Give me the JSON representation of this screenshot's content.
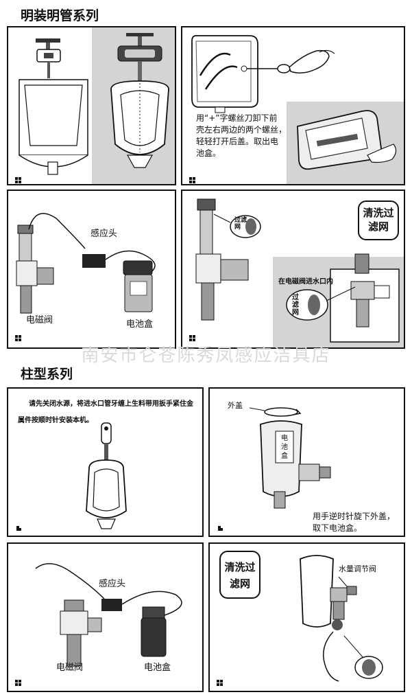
{
  "headings": {
    "section1": "明装明管系列",
    "section2": "柱型系列"
  },
  "panel_b": {
    "line1": "用“+”字螺丝刀卸下前",
    "line2": "壳左右两边的两个螺丝，",
    "line3": "轻轻打开后盖。取出电",
    "line4": "池盒。"
  },
  "panel_c": {
    "sensor": "感应头",
    "valve": "电磁阀",
    "battery": "电池盒"
  },
  "panel_d": {
    "bubble": "清洗过滤网",
    "inlet_note": "在电磁阀进水口内",
    "filter_label": "过滤网"
  },
  "watermark": "南安市仑苍陈秀凤感应洁具店",
  "panel_e": {
    "line1": "请先关闭水源，将进水口管牙缠上生料带用扳手紧住金",
    "line2": "属件按顺时针安装本机。"
  },
  "panel_f": {
    "cover": "外盖",
    "battery_box": "电池盒",
    "line1": "用手逆时针旋下外盖，",
    "line2": "取下电池盒。"
  },
  "panel_g": {
    "sensor": "感应头",
    "valve": "电磁阀",
    "battery": "电池盒"
  },
  "panel_h": {
    "bubble": "清洗过滤网",
    "regulator": "水量调节阀"
  }
}
